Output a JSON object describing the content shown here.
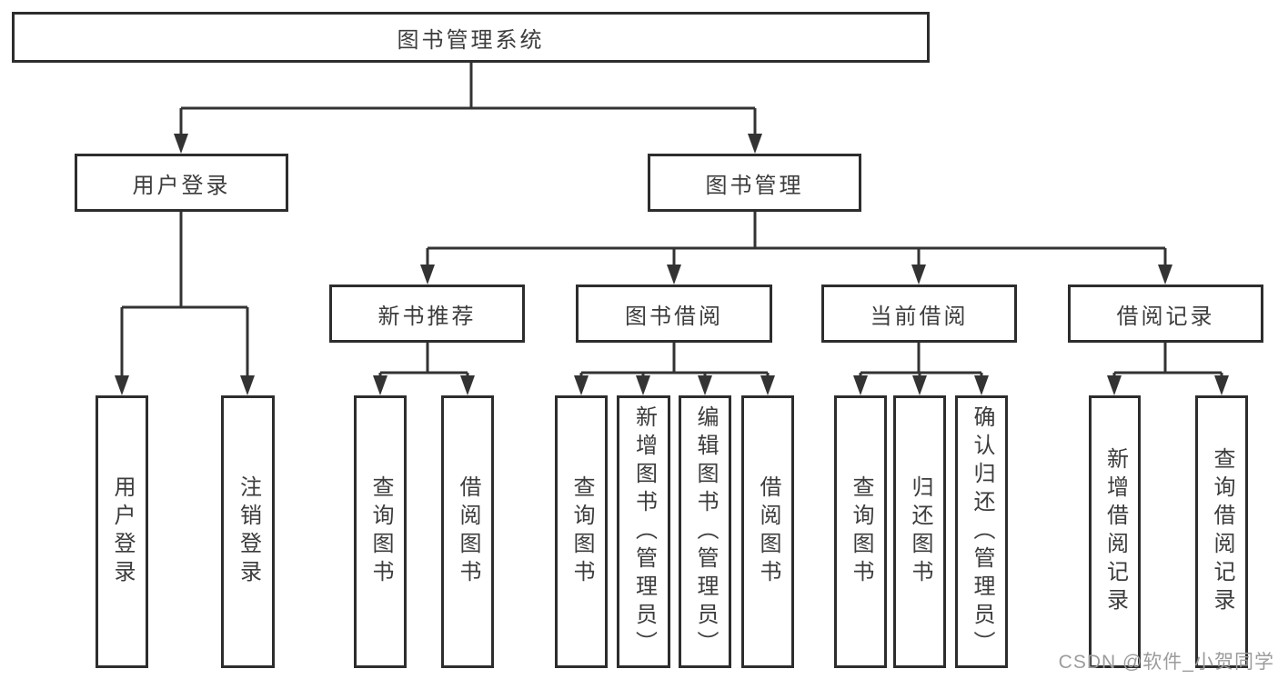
{
  "diagram": {
    "root": "图书管理系统",
    "branches": [
      {
        "label": "用户登录",
        "children": [
          "用户登录",
          "注销登录"
        ]
      },
      {
        "label": "图书管理",
        "sections": [
          {
            "label": "新书推荐",
            "children": [
              "查询图书",
              "借阅图书"
            ]
          },
          {
            "label": "图书借阅",
            "children": [
              "查询图书",
              "新增图书（管理员）",
              "编辑图书（管理员）",
              "借阅图书"
            ]
          },
          {
            "label": "当前借阅",
            "children": [
              "查询图书",
              "归还图书",
              "确认归还（管理员）"
            ]
          },
          {
            "label": "借阅记录",
            "children": [
              "新增借阅记录",
              "查询借阅记录"
            ]
          }
        ]
      }
    ],
    "line_color": "#333333",
    "border_color": "#2d2d2d"
  },
  "watermark": "CSDN @软件_小贺同学"
}
